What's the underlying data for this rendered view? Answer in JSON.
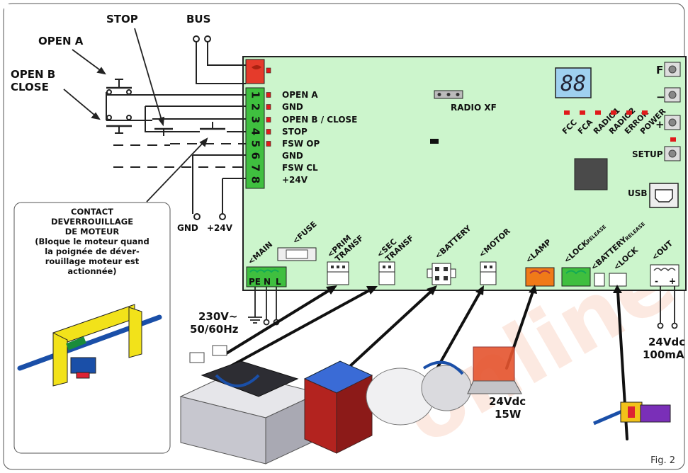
{
  "figure_label": "Fig. 2",
  "watermark": "online",
  "top_labels": {
    "stop": "STOP",
    "bus": "BUS",
    "open_a": "OPEN A",
    "open_b_line1": "OPEN B",
    "open_b_line2": "CLOSE"
  },
  "terminals": {
    "numbers": [
      "1",
      "2",
      "3",
      "4",
      "5",
      "6",
      "7",
      "8"
    ],
    "labels": [
      "OPEN A",
      "GND",
      "OPEN B / CLOSE",
      "STOP",
      "FSW OP",
      "GND",
      "FSW CL",
      "+24V"
    ]
  },
  "radio_label": "RADIO XF",
  "display_text": "88",
  "buttons": {
    "f": "F",
    "minus": "−",
    "plus": "+",
    "setup": "SETUP",
    "usb": "USB"
  },
  "leds": [
    "FCC",
    "FCA",
    "RADIO1",
    "RADIO2",
    "ERROR",
    "POWER"
  ],
  "connectors": {
    "main": "<MAIN",
    "fuse": "<FUSE",
    "prim": "<PRIM",
    "prim2": "TRANSF",
    "sec": "<SEC",
    "sec2": "TRANSF",
    "battery": "<BATTERY",
    "motor": "<MOTOR",
    "lamp": "<LAMP",
    "lock_release": "<LOCK",
    "lock_release_sup": "RELEASE",
    "battery_release": "<BATTERY",
    "battery_release_sup": "RELEASE",
    "lock": "<LOCK",
    "out": "<OUT"
  },
  "main_pins": [
    "PE",
    "N",
    "L"
  ],
  "out_pins": [
    "-",
    "+"
  ],
  "power_in": {
    "line1": "230V~",
    "line2": "50/60Hz"
  },
  "gnd_24v": {
    "gnd": "GND",
    "v24": "+24V"
  },
  "out_spec": {
    "line1": "24Vdc",
    "line2": "100mA"
  },
  "lamp_spec": {
    "line1": "24Vdc",
    "line2": "15W"
  },
  "contact_box": {
    "line1": "CONTACT",
    "line2": "DEVERROUILLAGE",
    "line3": "DE MOTEUR",
    "line4": "(Bloque le moteur quand",
    "line5": "la poignée de déver-",
    "line6": "rouillage moteur est",
    "line7": "actionnée)"
  },
  "colors": {
    "board": "#ccf5cc",
    "terminal_green": "#3fbf3f",
    "bus_red": "#e53b2b",
    "lamp_orange": "#f07a18",
    "led_red": "#e01b1b",
    "display": "#9fd0ef"
  }
}
